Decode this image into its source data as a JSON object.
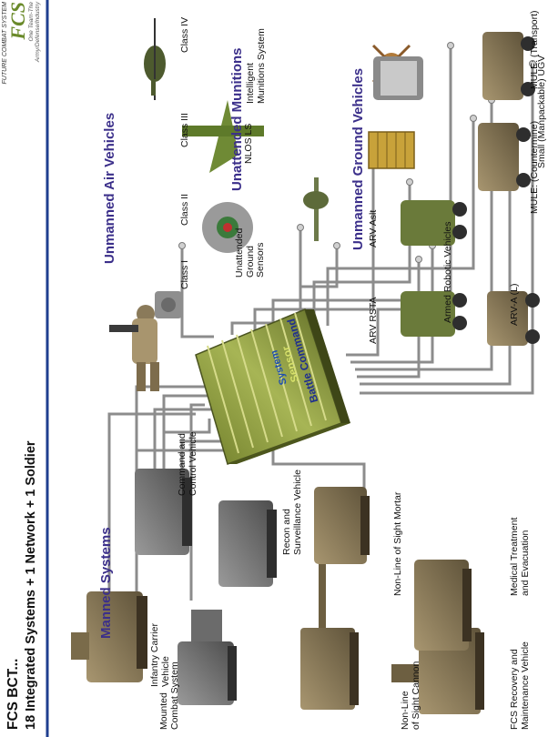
{
  "header": {
    "line1": "FCS BCT...",
    "line2": "18 Integrated Systems + 1 Network + 1 Soldier"
  },
  "logo": {
    "top_text": "FUTURE COMBAT SYSTEM",
    "mark": "FCS",
    "tagline": "One Team-The Army/Defense/Industry"
  },
  "hub": {
    "line1": "Battle Command",
    "line2": "Sensor",
    "line3": "System"
  },
  "categories": {
    "uav": "Unmanned Air Vehicles",
    "munitions": "Unattended Munitions",
    "ugv": "Unmanned Ground Vehicles",
    "manned": "Manned Systems"
  },
  "uav_items": {
    "class1": "Class I",
    "class2": "Class II",
    "class3": "Class III",
    "class4": "Class IV"
  },
  "munitions_items": {
    "sensors": "Unattended\nGround\nSensors",
    "nlosls": "NLOS LS",
    "ims": "Intelligent\nMunitions System"
  },
  "ugv_items": {
    "arvrsta": "ARV RSTA",
    "arvaslt": "ARV Aslt",
    "armed": "Armed Robotic Vehicles",
    "arva": "ARV-A (L)",
    "sugv": "Small (Manpackable) UGV",
    "mule_cm": "MULE: (Countermine)",
    "mule_tr": "MULE: (Transport)"
  },
  "manned_items": {
    "icv": "Infantry Carrier\nVehicle",
    "c2v": "Command and\nControl Vehicle",
    "mcs": "Mounted\nCombat System",
    "rsv": "Recon and\nSurveillance Vehicle",
    "nlosc": "Non-Line\nof Sight Cannon",
    "nlosm": "Non-Line of Sight Mortar",
    "frmv": "FCS Recovery and\nMaintenance Vehicle",
    "mv": "Medical Treatment\nand Evacuation"
  },
  "colors": {
    "accent": "#3b2f8a",
    "bar": "#1f3f8f",
    "hub_green": "#8a9a3a",
    "line_gray": "#8c8c8c",
    "vehicle_tan": "#8c7a55"
  }
}
